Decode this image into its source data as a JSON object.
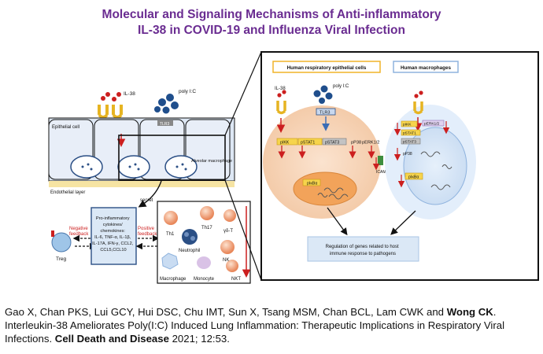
{
  "header": {
    "title_line1": "Molecular and Signaling Mechanisms of Anti-inflammatory",
    "title_line2": "IL-38 in COVID-19 and Influenza Viral Infection"
  },
  "left_panel": {
    "il38": "IL-38",
    "polyic": "poly I:C",
    "tlr3": "TLR3",
    "epithelial": "Epithelial cell",
    "alveolar": "Alveolar macrophage",
    "endothelial": "Endothelial layer",
    "secret": "secret",
    "cytokines_lines": [
      "Pro-inflammatory",
      "cytokines/",
      "chemokines:",
      "IL-6, TNF-α, IL-1β,",
      "IL-17A, IFN-γ, CCL2,",
      "CCL5,CCL10"
    ],
    "negative_lines": [
      "Negative",
      "feedback"
    ],
    "positive_lines": [
      "Positive",
      "feedback"
    ],
    "treg": "Treg",
    "cells": {
      "th1": "Th1",
      "th17": "Th17",
      "gdt": "γδ-T",
      "neutrophil": "Neutrophil",
      "nk": "NK",
      "macrophage": "Macrophage",
      "monocyte": "Monocyte",
      "nkt": "NKT"
    }
  },
  "right_panel": {
    "epi_header": "Human respiratory epithelial cells",
    "mac_header": "Human macrophages",
    "il38": "IL-38",
    "polyic": "poly I:C",
    "tlr3": "TLR3",
    "epi": {
      "phik": "pIKK",
      "pstat1": "pSTAT1",
      "pstat3": "pSTAT3",
      "pp38": "pP38",
      "perk": "pERK1/2",
      "pikb": "pIκBα"
    },
    "icam": "ICAM-1",
    "mac": {
      "phik": "pIKK",
      "perk": "pERK1/2",
      "pstat1": "pSTAT1",
      "pstat3": "pSTAT3",
      "pp38": "pP38",
      "pikb": "pIκBα"
    },
    "regulation_lines": [
      "Regulation of genes related to host",
      "immune response to pathogens"
    ]
  },
  "citation": {
    "authors_plain": "Gao X, Chan PKS, Lui GCY, Hui DSC, Chu IMT, Sun X, Tsang MSM, Chan BCL, Lam CWK and ",
    "authors_bold": "Wong CK",
    "after_authors": ".",
    "title": "Interleukin-38 Ameliorates Poly(I:C) Induced Lung Inflammation: Therapeutic Implications in Respiratory Viral Infections.",
    "journal": "Cell Death and Disease",
    "details": "2021; 12:53."
  },
  "colors": {
    "title": "#6a2c91",
    "gold": "#e6b422",
    "red": "#cc1f1f",
    "virus": "#1f4e8c",
    "epi_header_border": "#f0b429",
    "mac_header_border": "#8fb3de"
  }
}
